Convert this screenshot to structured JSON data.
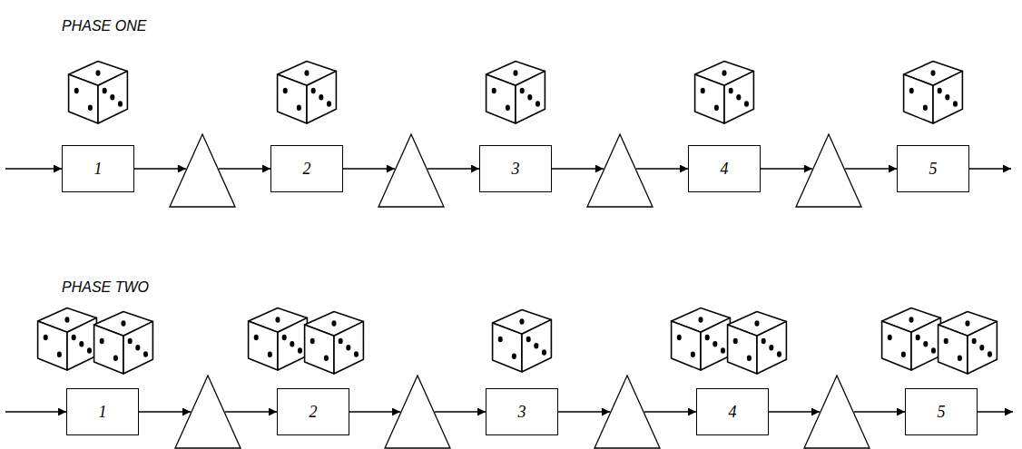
{
  "diagram": {
    "nodes": [
      {
        "text": [
          "1"
        ]
      },
      {
        "text": [
          "2"
        ]
      },
      {
        "text": [
          "3"
        ]
      },
      {
        "text": [
          "4"
        ]
      },
      {
        "text": [
          "5"
        ]
      },
      {
        "text": [
          "1"
        ]
      },
      {
        "text": [
          "2"
        ]
      },
      {
        "text": [
          "3"
        ]
      },
      {
        "text": [
          "4"
        ]
      },
      {
        "text": [
          "5"
        ]
      }
    ],
    "edges": [
      {
        "from": 0,
        "to": 1,
        "arrow": "to"
      },
      {
        "from": 1,
        "to": 2,
        "arrow": "to"
      },
      {
        "from": 2,
        "to": 3,
        "arrow": "to"
      },
      {
        "from": 3,
        "to": 4,
        "arrow": "to"
      },
      {
        "from": 5,
        "to": 6,
        "arrow": "to"
      },
      {
        "from": 6,
        "to": 7,
        "arrow": "to"
      },
      {
        "from": 7,
        "to": 8,
        "arrow": "to"
      },
      {
        "from": 8,
        "to": 9,
        "arrow": "to"
      }
    ],
    "labels": [
      "PHASE ONE",
      "PHASE TWO"
    ]
  }
}
